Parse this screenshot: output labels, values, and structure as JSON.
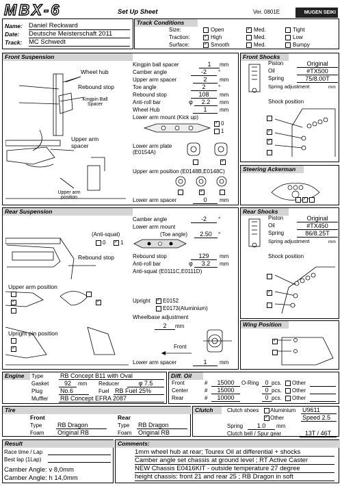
{
  "header": {
    "logo_text": "MBX-6",
    "title": "Set Up Sheet",
    "version": "Ver. 0801E",
    "brand": "MUGEN SEIKI"
  },
  "info": {
    "name_label": "Name:",
    "name": "Daniel Reckward",
    "date_label": "Date:",
    "date": "Deutsche Meisterschaft 2011",
    "track_label": "Track:",
    "track": "MC Schwedt"
  },
  "track_conditions": {
    "title": "Track Conditions",
    "size_label": "Size:",
    "traction_label": "Traction:",
    "surface_label": "Surface:",
    "size": [
      {
        "label": "Open",
        "checked": false
      },
      {
        "label": "Med.",
        "checked": true
      },
      {
        "label": "Tight",
        "checked": false
      }
    ],
    "traction": [
      {
        "label": "High",
        "checked": true
      },
      {
        "label": "Med.",
        "checked": false
      },
      {
        "label": "Low",
        "checked": false
      }
    ],
    "surface": [
      {
        "label": "Smooth",
        "checked": true
      },
      {
        "label": "Med.",
        "checked": false
      },
      {
        "label": "Bumpy",
        "checked": false
      }
    ]
  },
  "front_suspension": {
    "title": "Front Suspension",
    "wheel_hub_label": "Wheel hub",
    "rebound_stop_label": "Rebound stop",
    "kingpin_ball_label": "Kingpin Ball Spacer",
    "upper_arm_spacer_label": "Upper arm spacer",
    "upper_arm_position_label": "Upper arm position",
    "kingpin_ball_spacer": {
      "label": "Kingpin ball spacer",
      "value": "1",
      "unit": "mm"
    },
    "camber_angle": {
      "label": "Camber angle",
      "value": "-2",
      "unit": "°"
    },
    "upper_arm_spacer": {
      "label": "Upper arm spacer",
      "value": "2",
      "unit": "mm"
    },
    "toe_angle": {
      "label": "Toe angle",
      "value": "2",
      "unit": "°"
    },
    "rebound_stop": {
      "label": "Rebound stop",
      "value": "108",
      "unit": "mm"
    },
    "anti_roll_bar": {
      "label": "Anti-roll bar",
      "value": "2.2",
      "unit": "mm"
    },
    "wheel_hub": {
      "label": "Wheel Hub",
      "value": "1",
      "unit": "mm"
    },
    "lower_arm_mount": "Lower arm mount (Kick up)",
    "kickup_0": "0",
    "kickup_1": "1",
    "lower_arm_plate": "Lower arm plate (E0154A)",
    "upper_arm_position_parts": "Upper arm position (E0148B,E0148C)",
    "lower_arm_spacer": {
      "label": "Lower arm spacer",
      "value": "0",
      "unit": "mm"
    }
  },
  "front_shocks": {
    "title": "Front Shocks",
    "piston_label": "Piston",
    "piston": "Original",
    "oil_label": "Oil",
    "oil": "#TX500",
    "spring_label": "Spring",
    "spring": "75/8.00T",
    "spring_adj_label": "Spring adjustment",
    "spring_adj_unit": "mm",
    "shock_position": "Shock position"
  },
  "steering": {
    "title": "Steering Ackerman"
  },
  "rear_suspension": {
    "title": "Rear Suspension",
    "anti_squat_label": "(Anti-squat)",
    "anti_squat_0": "0",
    "anti_squat_1": "1",
    "rebound_stop_label": "Rebound stop",
    "upper_arm_position_label": "Upper arm position",
    "upright_pin_label": "Upright pin position",
    "camber_angle": {
      "label": "Camber angle",
      "value": "-2",
      "unit": "°"
    },
    "lower_arm_mount": "Lower arm mount",
    "toe_angle": {
      "label": "(Toe angle)",
      "value": "2.50",
      "unit": "°"
    },
    "rebound_stop": {
      "label": "Rebound stop",
      "value": "129",
      "unit": "mm"
    },
    "anti_roll_bar": {
      "label": "Anti-roll bar",
      "value": "3.2",
      "unit": "mm"
    },
    "anti_squat_parts": "Anti-squat (E0111C,E0111D)",
    "upright_label": "Upright",
    "upright_opt1": "E0152",
    "upright_opt2": "E0173(Aluminium)",
    "wheelbase_label": "Wheelbase adjustment",
    "wheelbase_value": "2",
    "wheelbase_unit": "mm",
    "front_label": "Front",
    "lower_arm_spacer": {
      "label": "Lower arm spacer",
      "value": "1",
      "unit": "mm"
    }
  },
  "rear_shocks": {
    "title": "Rear Shocks",
    "piston_label": "Piston",
    "piston": "Original",
    "oil_label": "Oil",
    "oil": "#TX450",
    "spring_label": "Spring",
    "spring": "86/8.25T",
    "spring_adj_label": "Spring adjustment",
    "spring_adj_unit": "mm",
    "shock_position": "Shock position"
  },
  "wing": {
    "title": "Wing Position"
  },
  "engine": {
    "title": "Engine",
    "type_label": "Type",
    "type": "RB Concept B11 with Oval",
    "gasket_label": "Gasket",
    "gasket": "92",
    "gasket_unit": "mm",
    "reducer_label": "Reducer",
    "reducer": "φ 7.5",
    "plug_label": "Plug",
    "plug": "No.6",
    "fuel_label": "Fuel",
    "fuel": "RB Fuel 25%",
    "muffler_label": "Muffler",
    "muffler": "RB Concept EFRA 2087"
  },
  "diff_oil": {
    "title": "Diff. Oil",
    "rows": [
      {
        "label": "Front",
        "value": "15000",
        "oring": "O-Ring",
        "pcs": "0",
        "pcs_unit": "pcs.",
        "other": "Other"
      },
      {
        "label": "Center",
        "value": "15000",
        "oring": "",
        "pcs": "0",
        "pcs_unit": "pcs.",
        "other": "Other"
      },
      {
        "label": "Rear",
        "value": "10000",
        "oring": "",
        "pcs": "0",
        "pcs_unit": "pcs.",
        "other": "Other"
      }
    ]
  },
  "tire": {
    "title": "Tire",
    "front_label": "Front",
    "rear_label": "Rear",
    "type_label": "Type",
    "foam_label": "Foam",
    "front_type": "RB Dragon",
    "front_foam": "Original RB",
    "rear_type": "RB Dragon",
    "rear_foam": "Original RB"
  },
  "clutch": {
    "title": "Clutch",
    "shoes_label": "Clutch shoes",
    "aluminium_label": "Aluminium",
    "aluminium_value": "U9611",
    "other_label": "Other",
    "other_value": "Speed 2.5",
    "spring_label": "Spring",
    "spring": "1.0",
    "spring_unit": "mm",
    "bell_label": "Clutch bell / Spur gear",
    "bell": "13T / 46T"
  },
  "result": {
    "title": "Result",
    "race_time_label": "Race time / Lap",
    "best_lap_label": "Best lap (1Lap)",
    "camber_v": "Camber Angle: v 8,0mm",
    "camber_h": "Camber Angle: h 14,0mm"
  },
  "comments": {
    "title": "Comments:",
    "lines": [
      "1mm wheel hub at rear; Tourex Oil at differential + shocks",
      "Camber angle set chassis at ground level ; RT Active Caster",
      "NEW Chassis E0416KIT - outside temperature 27 degree",
      "height chassis: front 21 and rear 25 ; RB Dragon in soft"
    ]
  }
}
